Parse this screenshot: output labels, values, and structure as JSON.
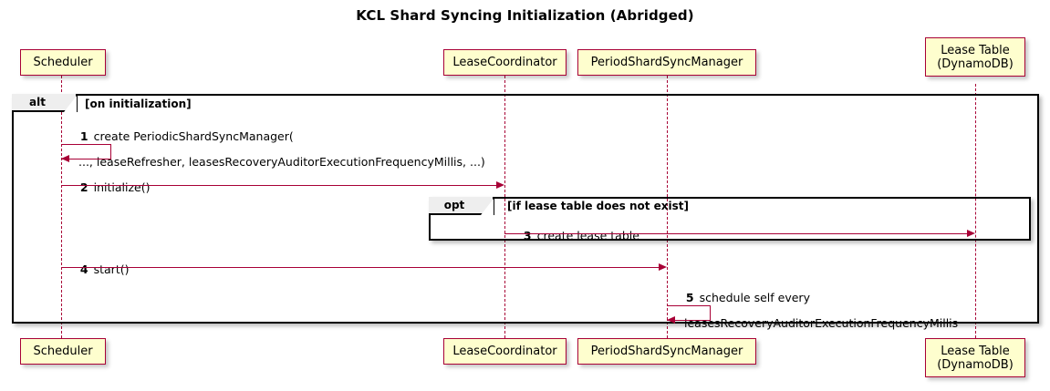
{
  "title": "KCL Shard Syncing Initialization (Abridged)",
  "colors": {
    "participant_fill": "#FEFECE",
    "participant_border": "#A80036",
    "arrow": "#A80036",
    "lifeline": "#A80036",
    "fragment_border": "#000000",
    "fragment_label_fill": "#EEEEEE",
    "background": "#FFFFFF",
    "text": "#000000"
  },
  "participants": [
    {
      "id": "scheduler",
      "label": "Scheduler"
    },
    {
      "id": "lease-coordinator",
      "label": "LeaseCoordinator"
    },
    {
      "id": "period-shard-sync-manager",
      "label": "PeriodShardSyncManager"
    },
    {
      "id": "lease-table",
      "label": "Lease Table\n(DynamoDB)"
    }
  ],
  "fragments": [
    {
      "id": "alt-on-initialization",
      "operator": "alt",
      "condition": "[on initialization]"
    },
    {
      "id": "opt-lease-table-missing",
      "operator": "opt",
      "condition": "[if lease table does not exist]"
    }
  ],
  "messages": [
    {
      "number": "1",
      "from": "scheduler",
      "to": "scheduler",
      "kind": "self",
      "line1": "create PeriodicShardSyncManager(",
      "line2": "..., leaseRefresher, leasesRecoveryAuditorExecutionFrequencyMillis, ...)"
    },
    {
      "number": "2",
      "from": "scheduler",
      "to": "lease-coordinator",
      "kind": "sync",
      "line1": "initialize()",
      "line2": ""
    },
    {
      "number": "3",
      "from": "lease-coordinator",
      "to": "lease-table",
      "kind": "sync",
      "line1": "create lease table",
      "line2": ""
    },
    {
      "number": "4",
      "from": "scheduler",
      "to": "period-shard-sync-manager",
      "kind": "sync",
      "line1": "start()",
      "line2": ""
    },
    {
      "number": "5",
      "from": "period-shard-sync-manager",
      "to": "period-shard-sync-manager",
      "kind": "self",
      "line1": "schedule self every",
      "line2": "leasesRecoveryAuditorExecutionFrequencyMillis"
    }
  ]
}
